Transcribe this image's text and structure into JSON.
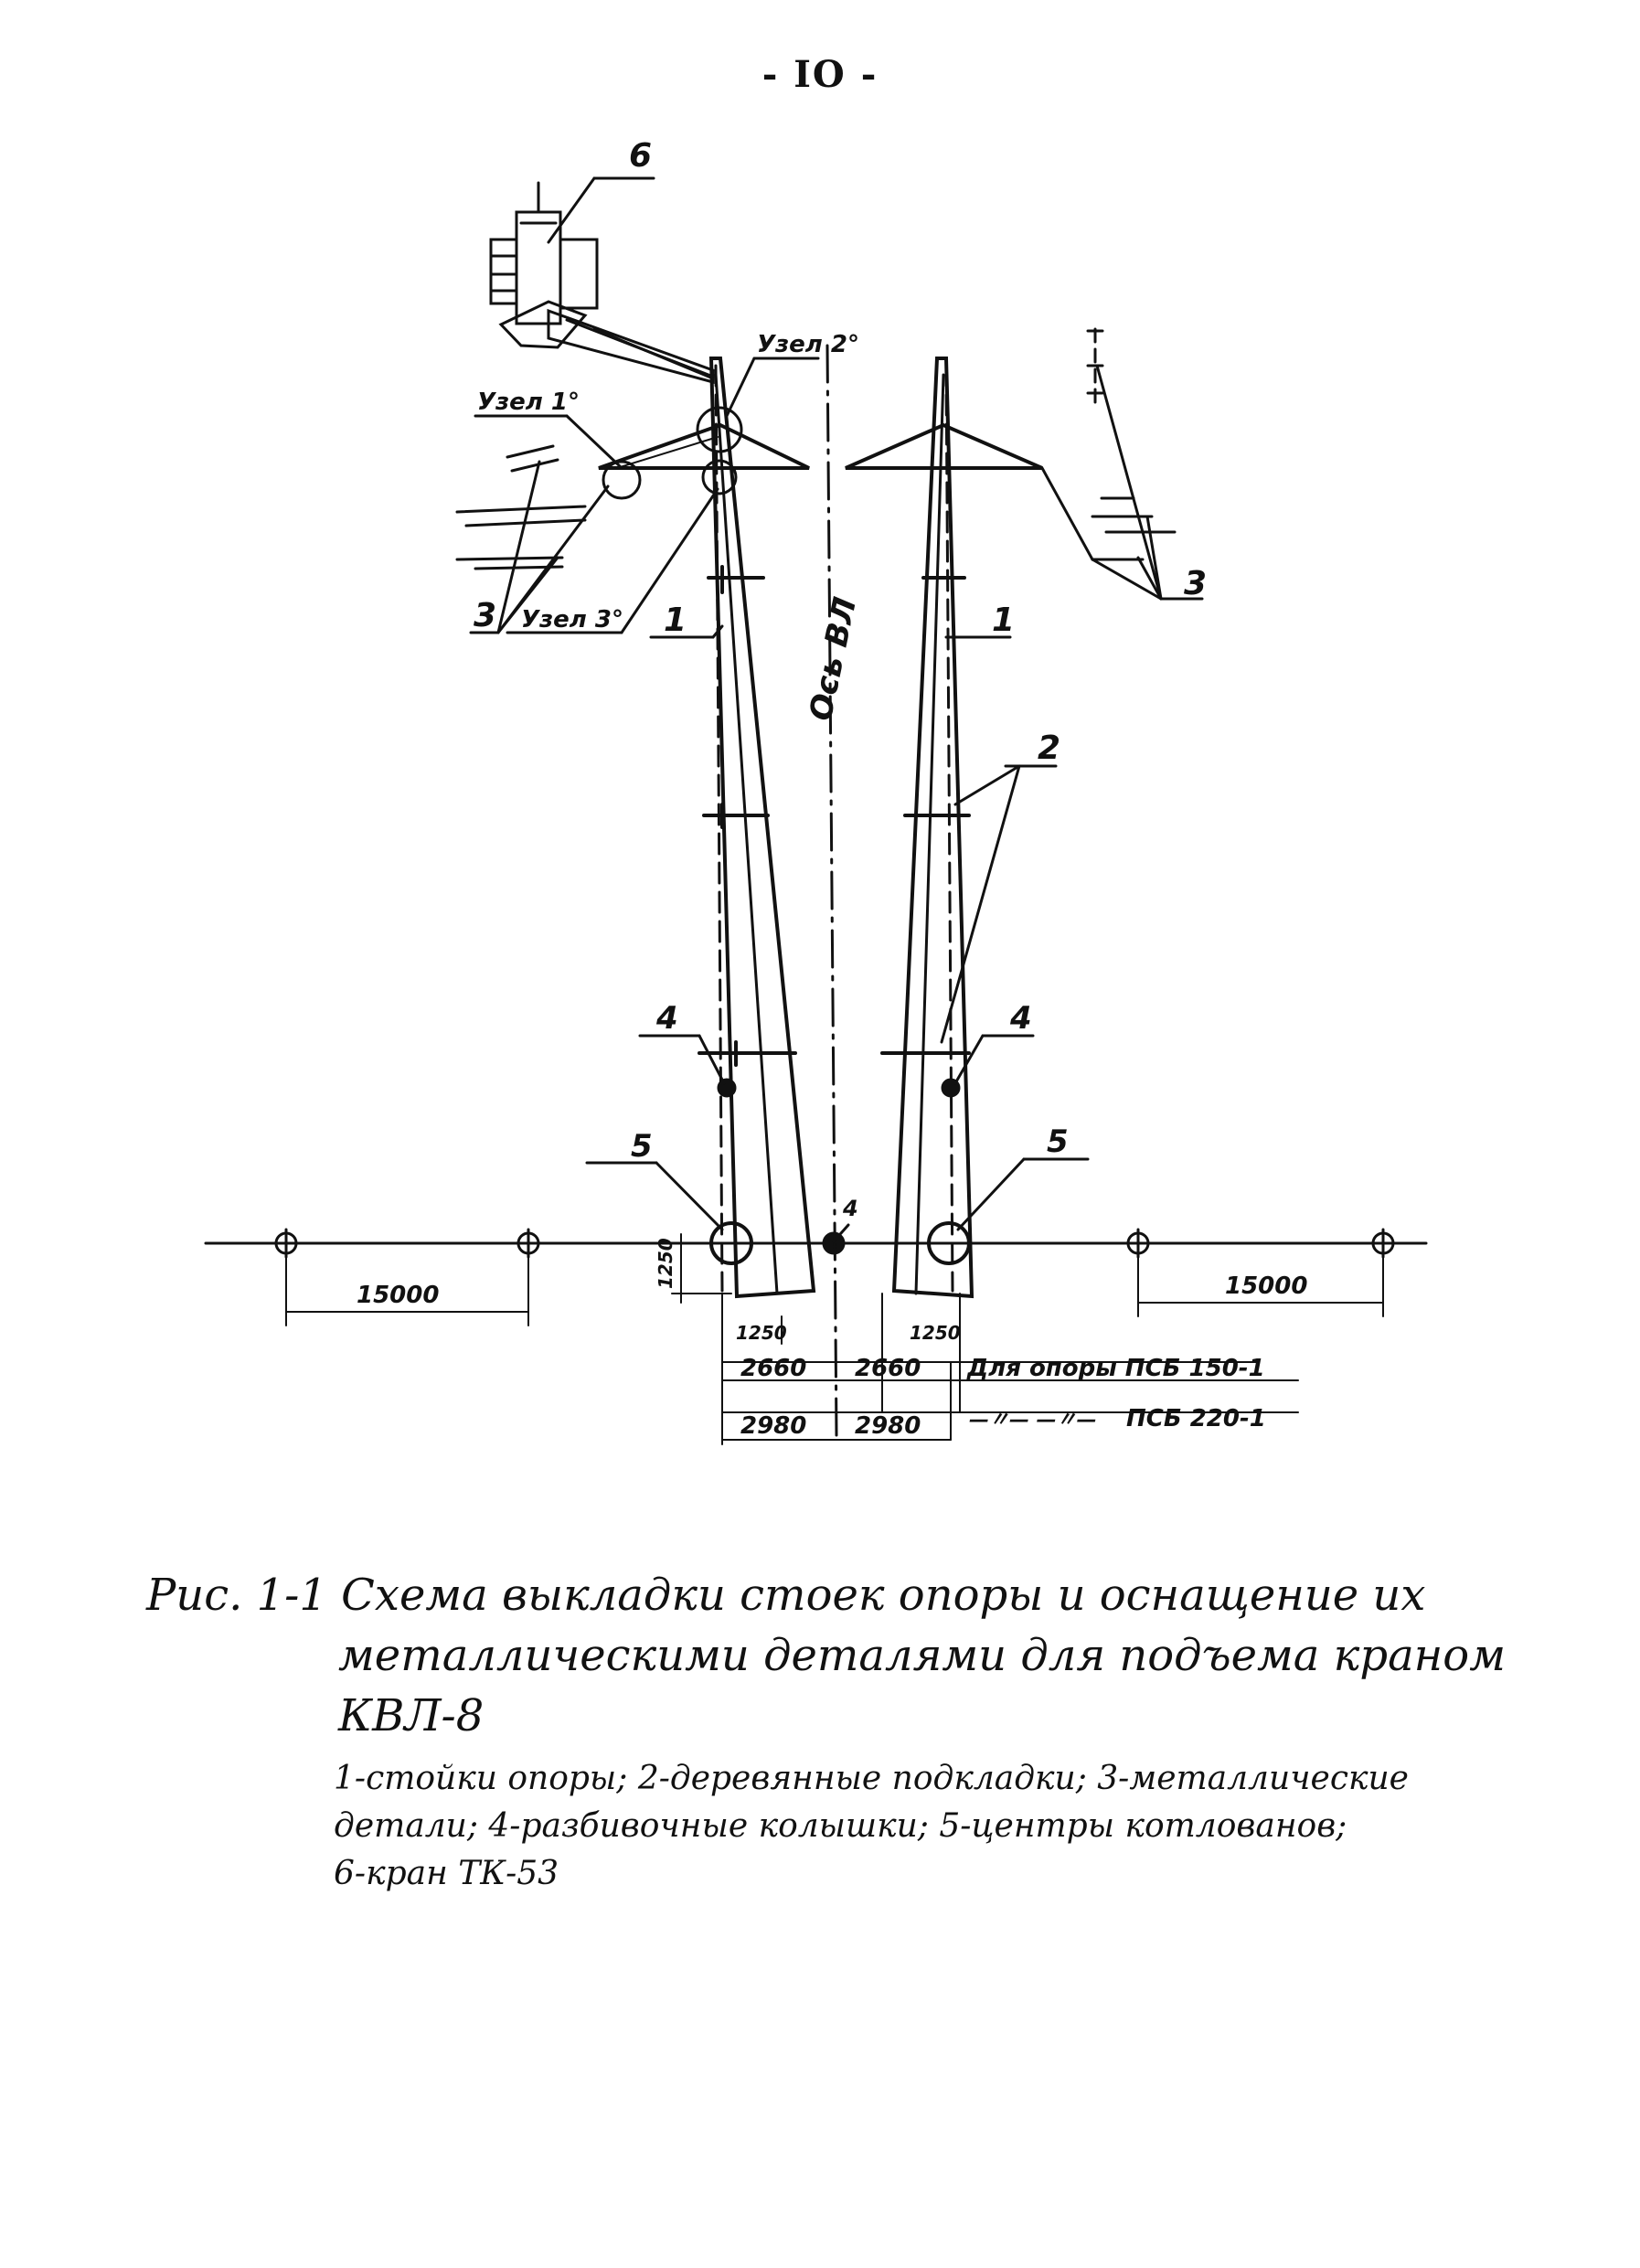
{
  "page_number": "- IO -",
  "figure": {
    "callouts": {
      "crane": "6",
      "pole_left": "1",
      "pole_right": "1",
      "pads": "2",
      "metal_left": "3",
      "metal_right": "3",
      "peg_left": "4",
      "peg_right": "4",
      "peg_axis": "4",
      "pit_left": "5",
      "pit_right": "5"
    },
    "node_labels": {
      "node1": "Узел 1°",
      "node2": "Узел 2°",
      "node3": "Узел 3°"
    },
    "axis_label": "Ось ВЛ",
    "dimensions": {
      "span_left": "15000",
      "span_right": "15000",
      "offset_vertical": "1250",
      "offset_left": "1250",
      "offset_right": "1250",
      "row1_left": "2660",
      "row1_right": "2660",
      "row1_note": "Для опоры ПСБ 150-1",
      "row2_left": "2980",
      "row2_right": "2980",
      "row2_ditto": "—〃— —〃—",
      "row2_note": "ПСБ 220-1"
    }
  },
  "caption": {
    "title_line1": "Рис. 1-1  Схема выкладки стоек опоры и оснащение их",
    "title_line2": "металлическими деталями для подъема краном КВЛ-8",
    "legend_line1": "1-стойки опоры; 2-деревянные подкладки; 3-металлические",
    "legend_line2": "детали; 4-разбивочные колышки; 5-центры котлованов;",
    "legend_line3": "6-кран ТК-53"
  }
}
